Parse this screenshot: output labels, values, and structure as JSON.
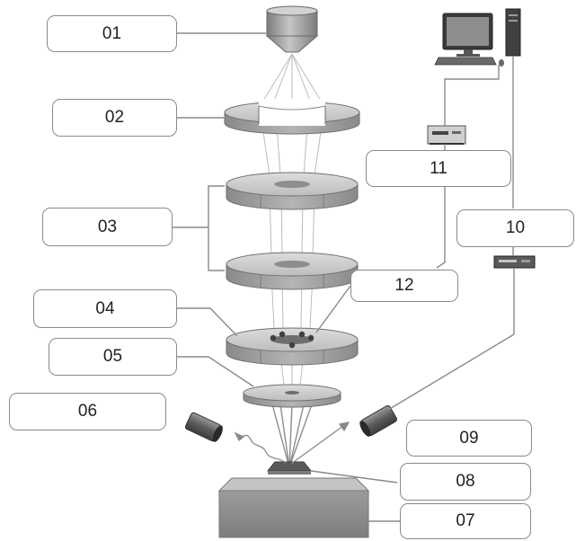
{
  "labels": {
    "l01": "01",
    "l02": "02",
    "l03": "03",
    "l04": "04",
    "l05": "05",
    "l06": "06",
    "l07": "07",
    "l08": "08",
    "l09": "09",
    "l10": "10",
    "l11": "11",
    "l12": "12"
  },
  "colors": {
    "box_border": "#8a8a8a",
    "leader_line": "#8a8a8a",
    "lens_top": "#c9c9c9",
    "lens_side": "#9a9a9a",
    "sample_block": "#a4a4a4",
    "detector": "#6e6e6e"
  }
}
